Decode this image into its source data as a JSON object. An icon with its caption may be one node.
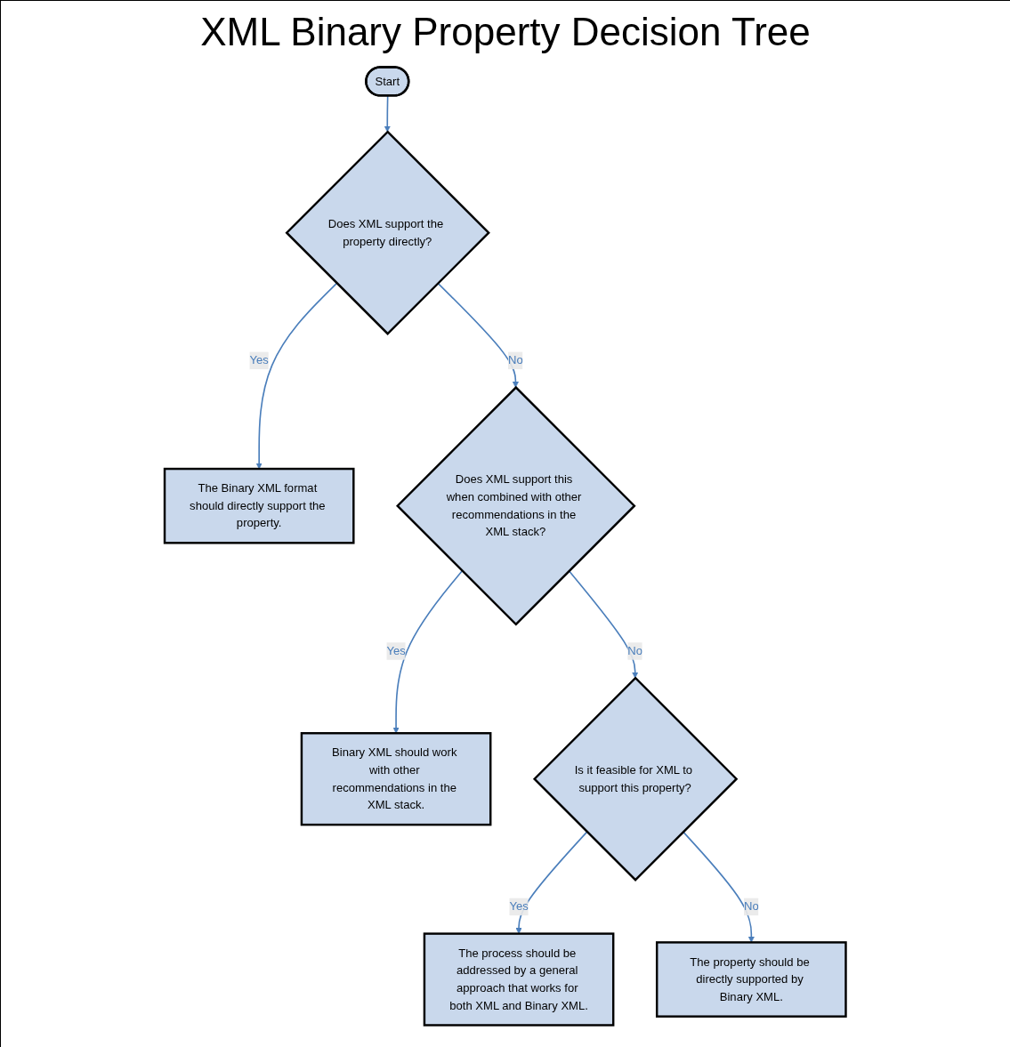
{
  "diagram": {
    "title": "XML Binary Property Decision Tree",
    "nodes": [
      {
        "text": [
          "Start"
        ]
      },
      {
        "text": [
          "Does XML support the property directly?"
        ]
      },
      {
        "text": [
          "The Binary XML format should directly support the property."
        ]
      },
      {
        "text": [
          "Does XML support this when combined with other recommendations in the XML stack?"
        ]
      },
      {
        "text": [
          "Binary XML should work with other recommendations in the XML stack."
        ]
      },
      {
        "text": [
          "Is it feasible for XML to support this property?"
        ]
      },
      {
        "text": [
          "The process should be addressed by a general approach that works for both XML and Binary XML."
        ]
      },
      {
        "text": [
          "The property should be directly supported by Binary XML."
        ]
      }
    ],
    "edges": [
      {
        "from": 0,
        "to": 1,
        "arrow": "to"
      },
      {
        "from": 1,
        "to": 2,
        "label": "Yes",
        "arrow": "to"
      },
      {
        "from": 1,
        "to": 3,
        "label": "No",
        "arrow": "to"
      },
      {
        "from": 3,
        "to": 4,
        "label": "Yes",
        "arrow": "to"
      },
      {
        "from": 3,
        "to": 5,
        "label": "No",
        "arrow": "to"
      },
      {
        "from": 5,
        "to": 6,
        "label": "Yes",
        "arrow": "to"
      },
      {
        "from": 5,
        "to": 7,
        "label": "No",
        "arrow": "to"
      }
    ]
  }
}
